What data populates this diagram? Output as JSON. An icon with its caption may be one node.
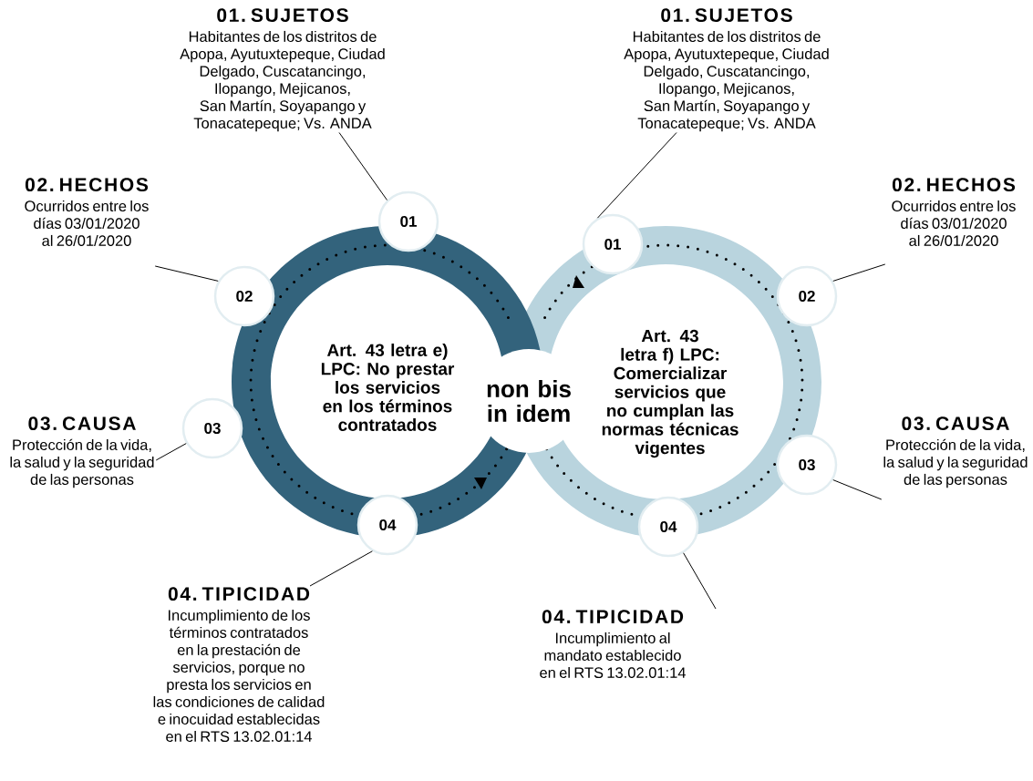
{
  "diagram": {
    "nodes": [
      {
        "text": [
          "01. SUJETOS",
          "Habitantes de los distritos de Apopa, Ayutuxtepeque, Ciudad Delgado, Cuscatancingo, Ilopango, Mejicanos, San Martín, Soyapango y Tonacatepeque; Vs. ANDA"
        ]
      },
      {
        "text": [
          "01. SUJETOS",
          "Habitantes de los distritos de Apopa, Ayutuxtepeque, Ciudad Delgado, Cuscatancingo, Ilopango, Mejicanos, San Martín, Soyapango y Tonacatepeque; Vs. ANDA"
        ]
      },
      {
        "text": [
          "02. HECHOS",
          "Ocurridos entre los días 03/01/2020 al 26/01/2020"
        ]
      },
      {
        "text": [
          "02. HECHOS",
          "Ocurridos entre los días 03/01/2020 al 26/01/2020"
        ]
      },
      {
        "text": [
          "01"
        ]
      },
      {
        "text": [
          "01"
        ]
      },
      {
        "text": [
          "02"
        ]
      },
      {
        "text": [
          "02"
        ]
      },
      {
        "text": [
          "Art. 43 letra e) LPC: No prestar los servicios en los términos contratados"
        ]
      },
      {
        "text": [
          "non bis in idem"
        ]
      },
      {
        "text": [
          "Art. 43 letra f) LPC: Comercializar servicios que no cumplan las normas técnicas vigentes"
        ]
      },
      {
        "text": [
          "03"
        ]
      },
      {
        "text": [
          "03"
        ]
      },
      {
        "text": [
          "03. CAUSA",
          "Protección de la vida, la salud y la seguridad de las personas"
        ]
      },
      {
        "text": [
          "03. CAUSA",
          "Protección de la vida, la salud y la seguridad de las personas"
        ]
      },
      {
        "text": [
          "04"
        ]
      },
      {
        "text": [
          "04"
        ]
      },
      {
        "text": [
          "04. TIPICIDAD",
          "Incumplimiento de los términos contratados en la prestación de servicios, porque no presta los servicios en las condiciones de calidad e inocuidad establecidas en el RTS 13.02.01:14"
        ]
      },
      {
        "text": [
          "04. TIPICIDAD",
          "Incumplimiento al mandato establecido en el RTS 13.02.01:14"
        ]
      }
    ],
    "edges": [
      {
        "from": 0,
        "to": 4,
        "arrow": "none"
      },
      {
        "from": 1,
        "to": 5,
        "arrow": "none"
      },
      {
        "from": 2,
        "to": 6,
        "arrow": "none"
      },
      {
        "from": 3,
        "to": 7,
        "arrow": "none"
      },
      {
        "from": 13,
        "to": 11,
        "arrow": "none"
      },
      {
        "from": 14,
        "to": 12,
        "arrow": "none"
      },
      {
        "from": 17,
        "to": 15,
        "arrow": "none"
      },
      {
        "from": 18,
        "to": 16,
        "arrow": "none"
      }
    ]
  }
}
